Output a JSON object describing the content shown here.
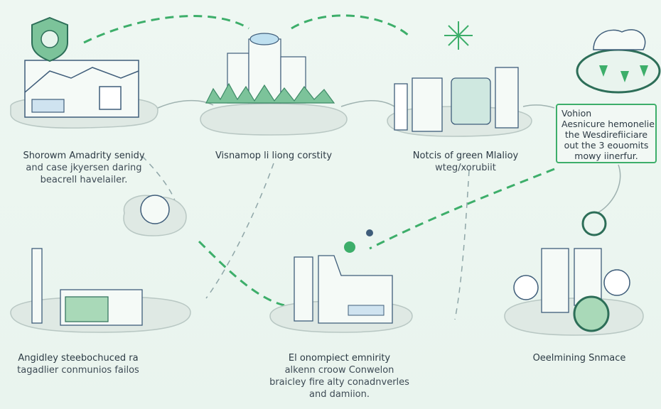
{
  "captions": {
    "c1": [
      "Shorowm Amadrity senidy",
      "and case jkyersen daring",
      "beacrell havelailer."
    ],
    "c2": [
      "Visnamop li liong corstity"
    ],
    "c3": [
      "Notcis of green Mlalioy",
      "wteg/xorubiit"
    ],
    "c4": [
      "Angidley steebochuced ra",
      "tagadlier conmunios failos"
    ],
    "c5": [
      "El onompiect emnirity",
      "alkenn croow Conwelon",
      "braicley fire alty conadnverles",
      "and damiion."
    ],
    "c6": [
      "Oeelmining Snmace"
    ]
  },
  "callout": [
    "Vohion",
    "Aesnicure hemonelie",
    "the Wesdirefiiciare",
    "out the 3 eouomits",
    "mowy iinerfur."
  ],
  "colors": {
    "green": "#3dae6a",
    "line": "#3f5d7a",
    "bg": "#eef6f1"
  }
}
